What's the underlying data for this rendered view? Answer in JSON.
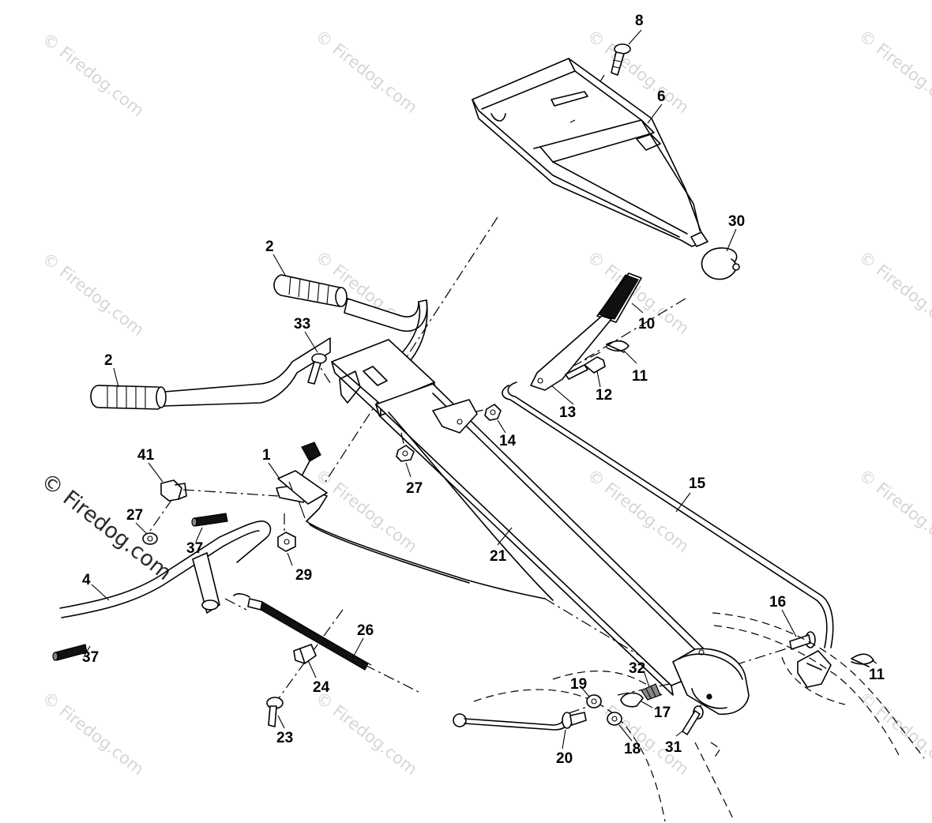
{
  "watermark": {
    "text": "© Firedog.com",
    "prominent_text": "© Firedog.com"
  },
  "parts": [
    {
      "id": "8",
      "label": "8"
    },
    {
      "id": "6",
      "label": "6"
    },
    {
      "id": "30",
      "label": "30"
    },
    {
      "id": "2a",
      "label": "2"
    },
    {
      "id": "2b",
      "label": "2"
    },
    {
      "id": "33",
      "label": "33"
    },
    {
      "id": "10",
      "label": "10"
    },
    {
      "id": "11a",
      "label": "11"
    },
    {
      "id": "12",
      "label": "12"
    },
    {
      "id": "13",
      "label": "13"
    },
    {
      "id": "14",
      "label": "14"
    },
    {
      "id": "41",
      "label": "41"
    },
    {
      "id": "1",
      "label": "1"
    },
    {
      "id": "27a",
      "label": "27"
    },
    {
      "id": "27b",
      "label": "27"
    },
    {
      "id": "37a",
      "label": "37"
    },
    {
      "id": "29",
      "label": "29"
    },
    {
      "id": "15",
      "label": "15"
    },
    {
      "id": "21",
      "label": "21"
    },
    {
      "id": "4",
      "label": "4"
    },
    {
      "id": "37b",
      "label": "37"
    },
    {
      "id": "26",
      "label": "26"
    },
    {
      "id": "16",
      "label": "16"
    },
    {
      "id": "24",
      "label": "24"
    },
    {
      "id": "32",
      "label": "32"
    },
    {
      "id": "11b",
      "label": "11"
    },
    {
      "id": "19",
      "label": "19"
    },
    {
      "id": "17",
      "label": "17"
    },
    {
      "id": "23",
      "label": "23"
    },
    {
      "id": "18",
      "label": "18"
    },
    {
      "id": "31",
      "label": "31"
    },
    {
      "id": "20",
      "label": "20"
    }
  ]
}
